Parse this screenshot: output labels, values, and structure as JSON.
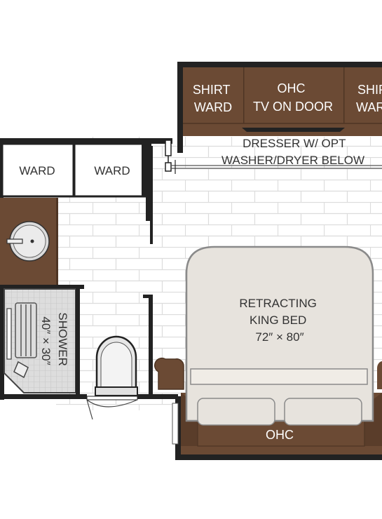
{
  "labels": {
    "shirt_ward_left": [
      "SHIRT",
      "WARD"
    ],
    "ohc_top": [
      "OHC",
      "TV ON DOOR"
    ],
    "shirt_ward_right": [
      "SHIRT",
      "WARD"
    ],
    "dresser": [
      "DRESSER W/ OPT",
      "WASHER/DRYER BELOW"
    ],
    "ward_left": "WARD",
    "ward_right": "WARD",
    "shower": [
      "SHOWER",
      "40″ × 30″"
    ],
    "bed": [
      "RETRACTING",
      "KING BED",
      "72″ × 80″"
    ],
    "ohc_bottom": "OHC"
  },
  "colors": {
    "wood": "#6b4a34",
    "wall": "#222222",
    "floor_line": "#dcdcdc",
    "bed_fill": "#e7e3dd",
    "bed_stroke": "#8a8a8a",
    "shower_fill": "#dddddd",
    "label_light": "#ffffff",
    "label_dark": "#333333"
  }
}
